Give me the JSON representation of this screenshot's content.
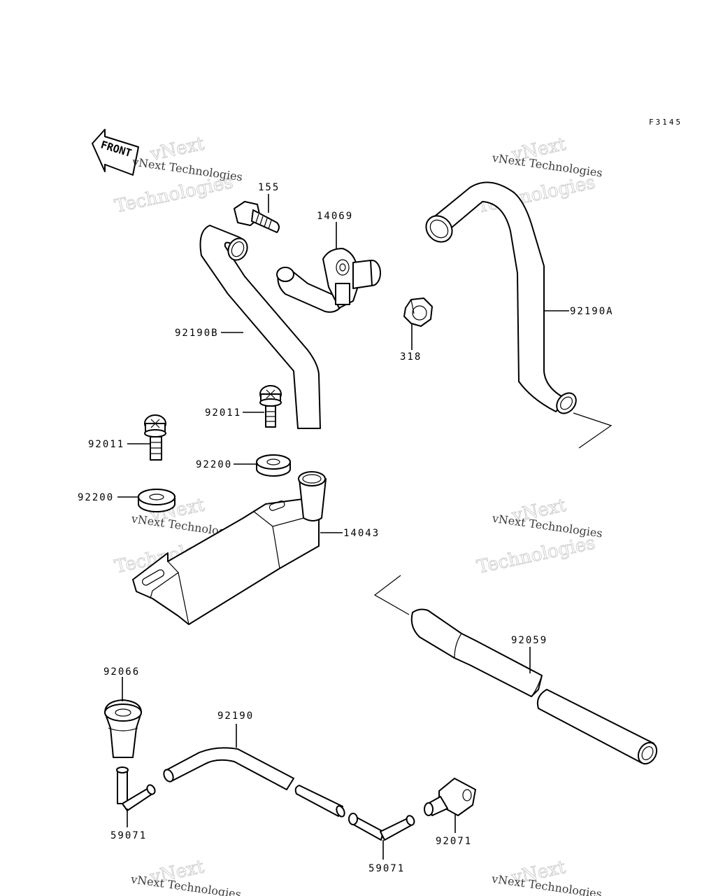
{
  "figure_ref": "F3145",
  "front_label": "FRONT",
  "watermark": {
    "line1": "vNext Technologies",
    "line2": "Technologies",
    "line3": "vNext"
  },
  "parts": {
    "p155": "155",
    "p14069": "14069",
    "p92190A": "92190A",
    "p92190B": "92190B",
    "p318": "318",
    "p92011a": "92011",
    "p92011b": "92011",
    "p92200a": "92200",
    "p92200b": "92200",
    "p14043": "14043",
    "p92059": "92059",
    "p92066": "92066",
    "p92190": "92190",
    "p59071a": "59071",
    "p59071b": "59071",
    "p92071": "92071"
  }
}
